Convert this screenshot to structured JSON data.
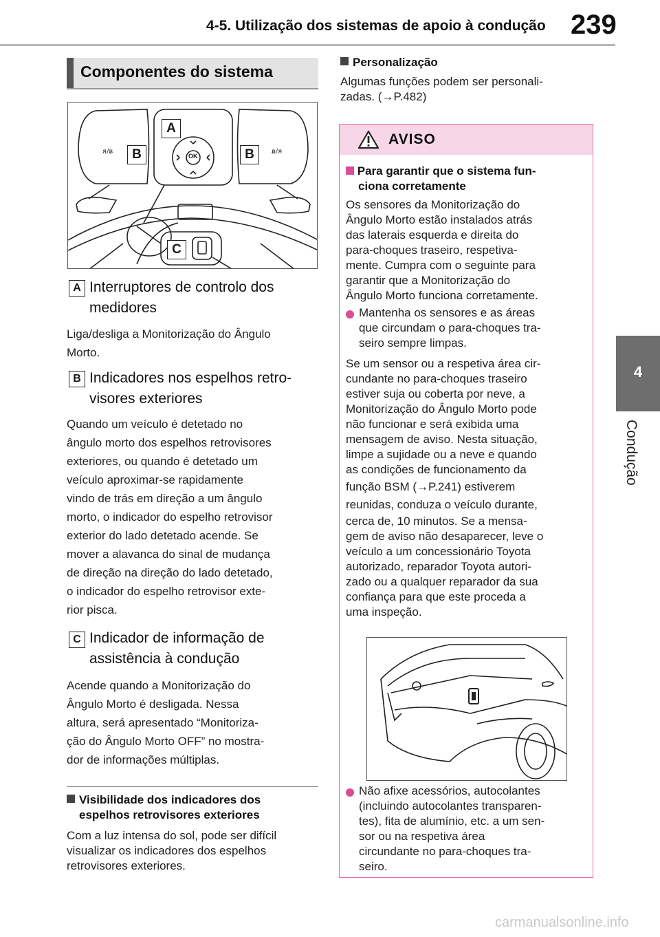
{
  "header": {
    "title": "4-5. Utilização dos sistemas de apoio à condução",
    "page_number": "239"
  },
  "side_tab": {
    "number": "4",
    "label": "Condução"
  },
  "section_title": "Componentes do sistema",
  "illustration_labels": {
    "a": "A",
    "b": "B",
    "c": "C",
    "ok": "OK"
  },
  "items": [
    {
      "tag": "A",
      "title_lines": [
        "Interruptores de controlo dos",
        "medidores"
      ],
      "body_lines": [
        "Liga/desliga a Monitorização do Ângulo",
        "Morto."
      ]
    },
    {
      "tag": "B",
      "title_lines": [
        "Indicadores nos espelhos retro-",
        "visores exteriores"
      ],
      "body_lines": [
        "Quando um veículo é detetado no",
        "ângulo morto dos espelhos retrovisores",
        "exteriores, ou quando é detetado um",
        "veículo aproximar-se rapidamente",
        "vindo de trás em direção a um ângulo",
        "morto, o indicador do espelho retrovisor",
        "exterior do lado detetado acende. Se",
        "mover a alavanca do sinal de mudança",
        "de direção na direção do lado detetado,",
        "o indicador do espelho retrovisor exte-",
        "rior pisca."
      ]
    },
    {
      "tag": "C",
      "title_lines": [
        "Indicador de informação de",
        "assistência à condução"
      ],
      "body_lines": [
        "Acende quando a Monitorização do",
        "Ângulo Morto é desligada. Nessa",
        "altura, será apresentado “Monitoriza-",
        "ção do Ângulo Morto OFF” no mostra-",
        "dor de informações múltiplas."
      ]
    }
  ],
  "visibility": {
    "heading_lines": [
      "Visibilidade dos indicadores dos",
      "espelhos retrovisores exteriores"
    ],
    "body_lines": [
      "Com a luz intensa do sol, pode ser difícil",
      "visualizar os indicadores dos espelhos",
      "retrovisores exteriores."
    ]
  },
  "personalization": {
    "heading": "Personalização",
    "body_lines": [
      "Algumas funções podem ser personali-",
      "zadas. (→P.482)"
    ]
  },
  "warning": {
    "title": "AVISO",
    "subheading_lines": [
      "Para garantir que o sistema fun-",
      "ciona corretamente"
    ],
    "intro_lines": [
      "Os sensores da Monitorização do",
      "Ângulo Morto estão instalados atrás",
      "das laterais esquerda e direita do",
      "para-choques traseiro, respetiva-",
      "mente. Cumpra com o seguinte para",
      "garantir que a Monitorização do",
      "Ângulo Morto funciona corretamente."
    ],
    "bullet1_lines": [
      "Mantenha os sensores e as áreas",
      "que circundam o para-choques tra-",
      "seiro sempre limpas."
    ],
    "para_lines": [
      "Se um sensor ou a respetiva área cir-",
      "cundante no para-choques traseiro",
      "estiver suja ou coberta por neve, a",
      "Monitorização do Ângulo Morto pode",
      "não funcionar e será exibida uma",
      "mensagem de aviso. Nesta situação,",
      "limpe a sujidade ou a neve e quando",
      "as condições de funcionamento da",
      "função BSM (→P.241) estiverem",
      "reunidas, conduza o veículo durante,",
      "cerca de, 10 minutos. Se a mensa-",
      "gem de aviso não desaparecer, leve o",
      "veículo a um concessionário Toyota",
      "autorizado, reparador Toyota autori-",
      "zado ou a qualquer reparador da sua",
      "confiança para que este proceda a",
      "uma inspeção."
    ],
    "bullet2_lines": [
      "Não afixe acessórios, autocolantes",
      "(incluindo autocolantes transparen-",
      "tes), fita de alumínio, etc. a um sen-",
      "sor ou na respetiva área",
      "circundante no para-choques tra-",
      "seiro."
    ]
  },
  "watermark": "carmanualsonline.info",
  "colors": {
    "accent_pink": "#d94d96",
    "warning_header_bg": "#f7d6e8",
    "side_tab_gray": "#6e6e6e"
  }
}
